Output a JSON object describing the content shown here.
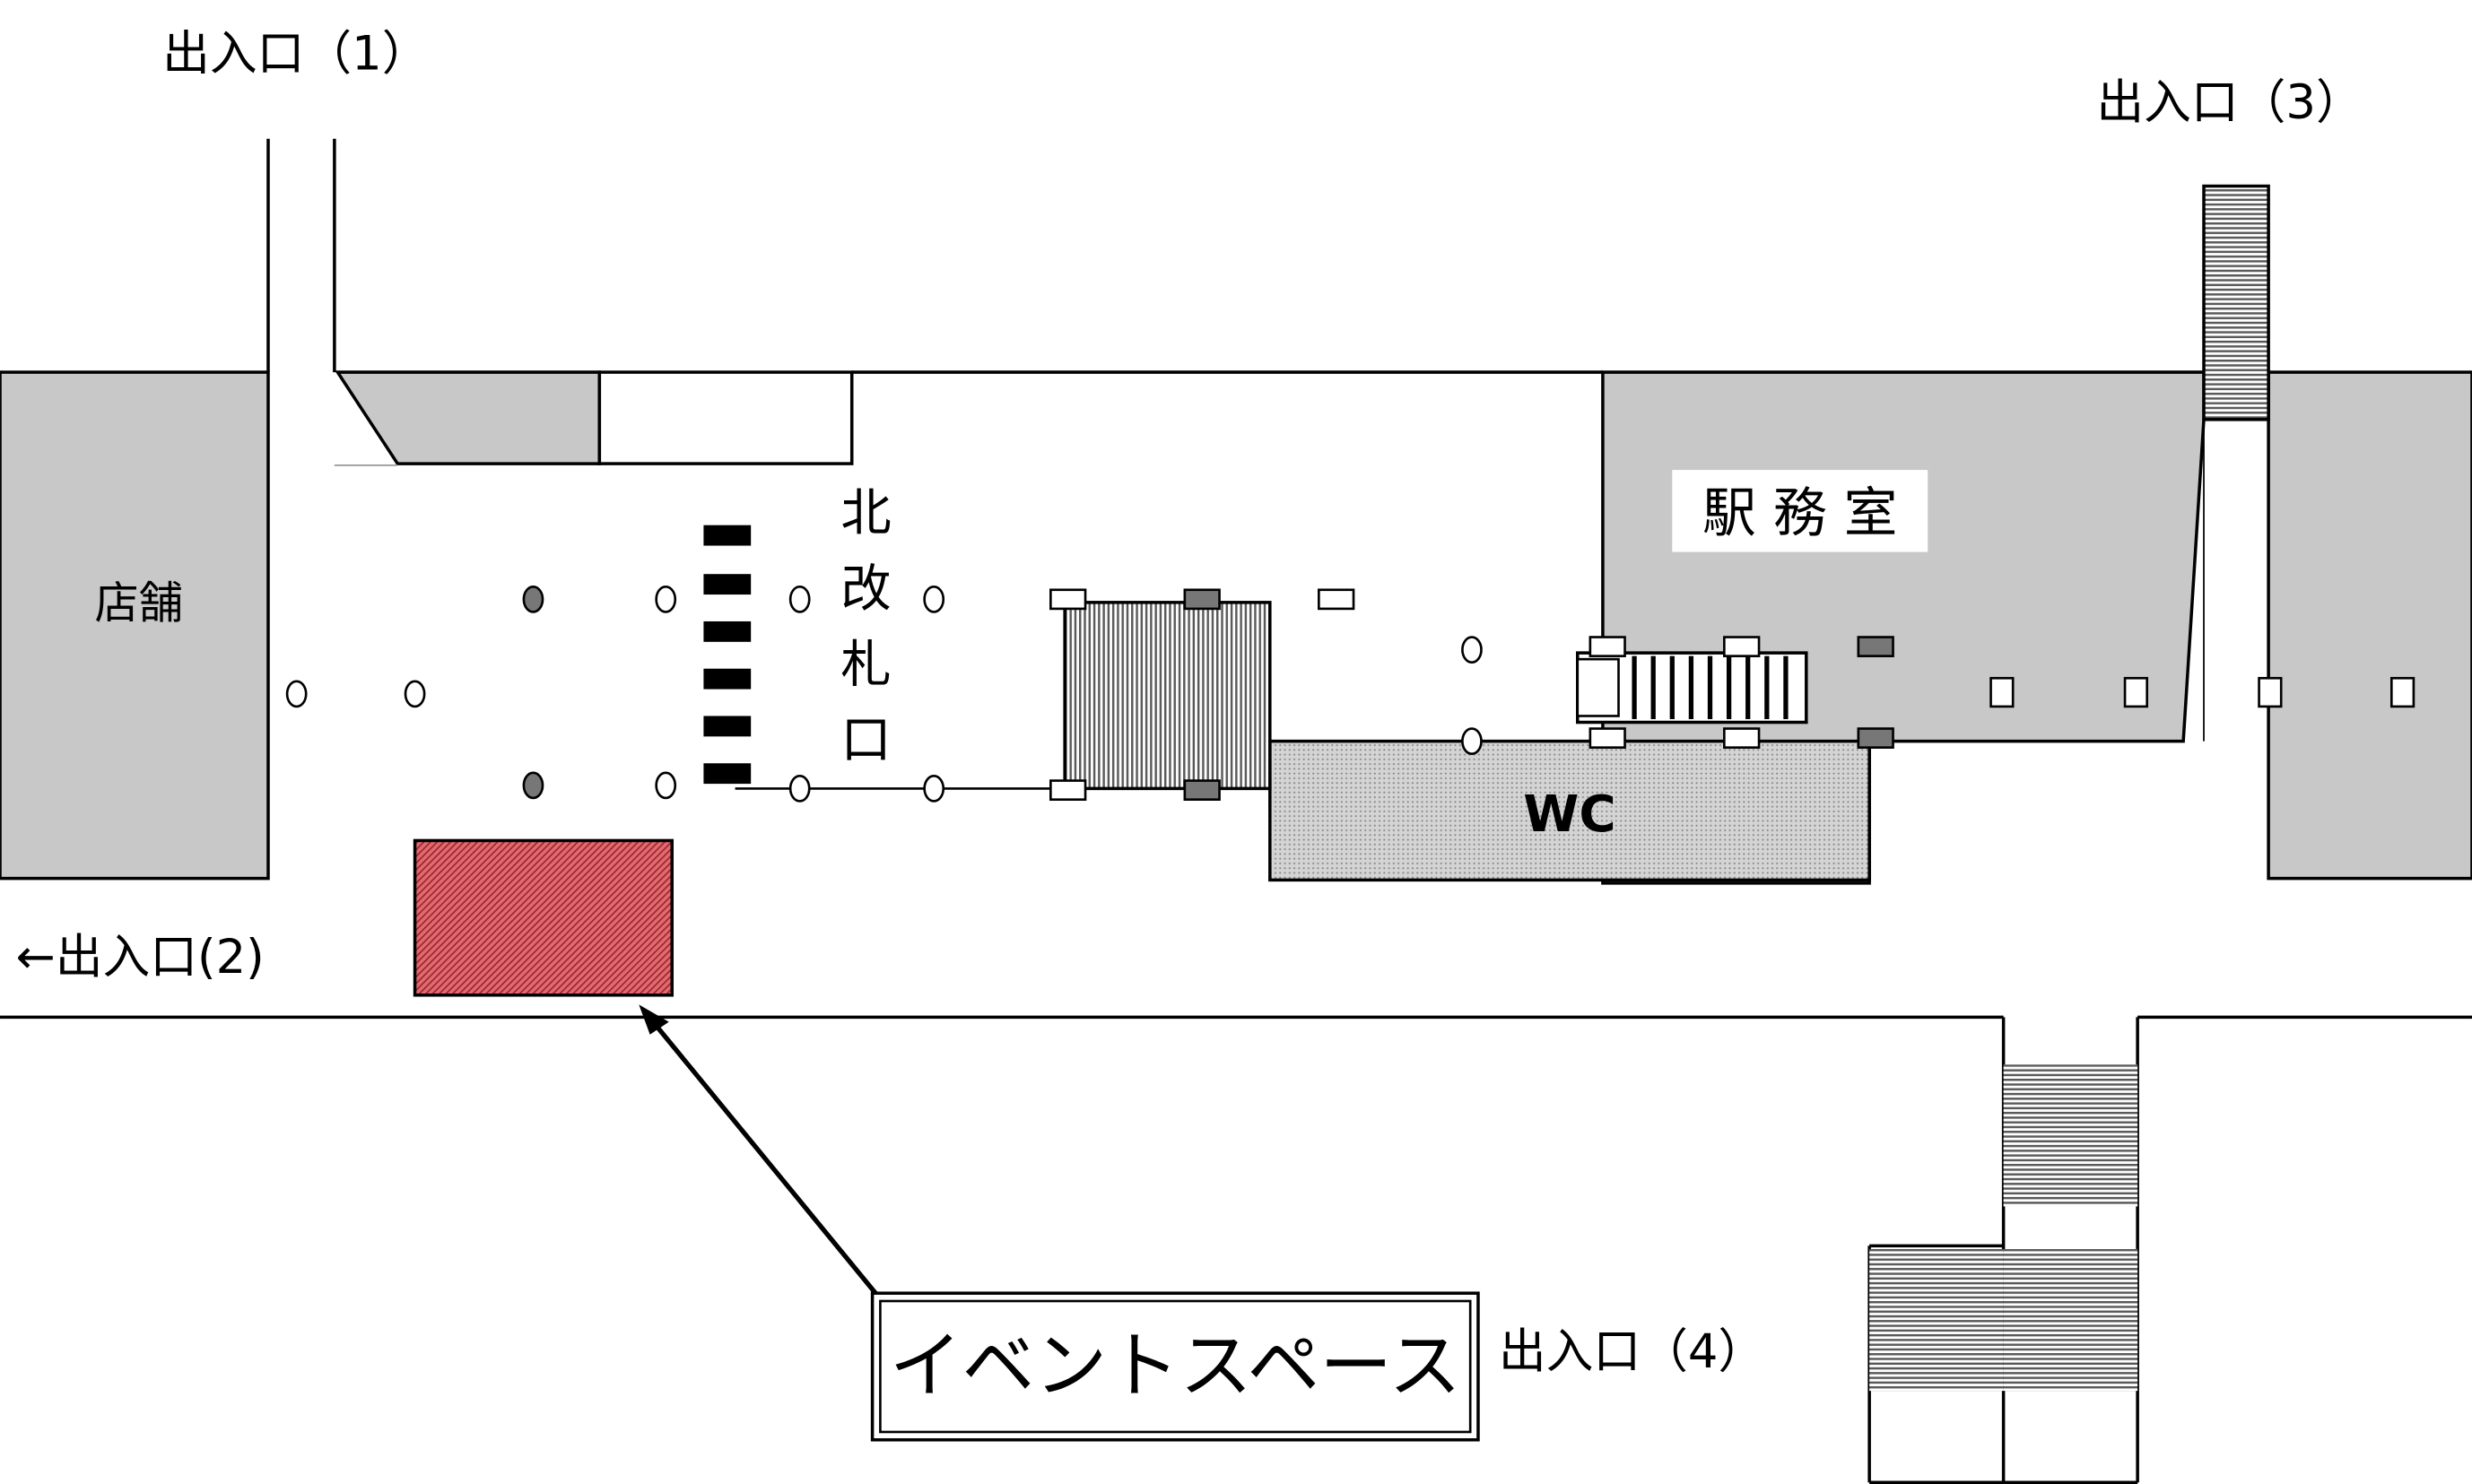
{
  "labels": {
    "exit1": "出入口（1）",
    "exit2": "←出入口(2)",
    "exit3": "出入口（3）",
    "exit4": "出入口（4）",
    "shop": "店舗",
    "gate_chars": [
      "北",
      "改",
      "札",
      "口"
    ],
    "station_office": "駅 務 室",
    "wc": "WC",
    "event_space": "イベントスペース"
  },
  "colors": {
    "building_gray": "#c8c8c8",
    "stairs_gray": "#b4b4b4",
    "wc_gray": "#d4d4d4",
    "event_space_red": "#e26a70",
    "line": "#000000"
  },
  "legend_marks": {
    "pillar_filled": "filled-oval",
    "pillar_open": "open-oval",
    "ticket_gate": "black-bar"
  }
}
